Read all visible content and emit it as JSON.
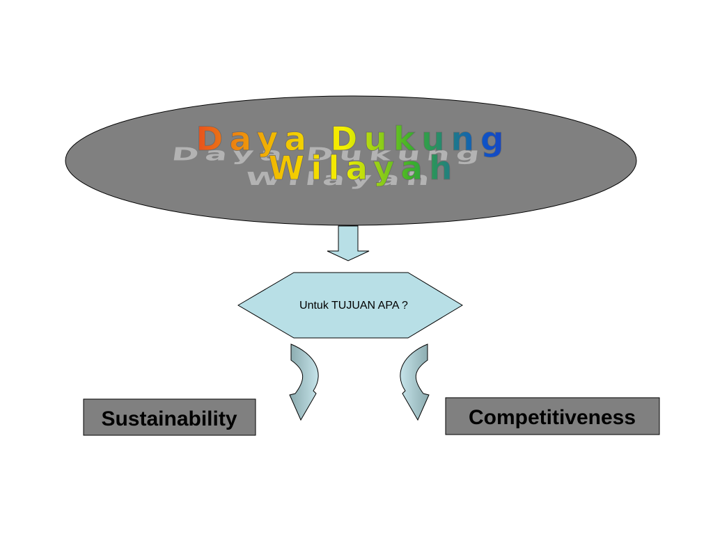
{
  "title": {
    "line1": "Daya Dukung",
    "line2": "Wilayah"
  },
  "question": "Untuk TUJUAN APA ?",
  "outcomes": {
    "left": "Sustainability",
    "right": "Competitiveness"
  },
  "colors": {
    "background": "#ffffff",
    "ellipse_fill": "#808080",
    "ellipse_stroke": "#000000",
    "hexagon_fill": "#b8dfe6",
    "arrow_fill": "#b8dfe6",
    "curved_arrow_dark": "#8aaaae",
    "box_fill": "#808080",
    "shadow_text": "#b3b3b3",
    "wordart_gradient": [
      "#c0139a",
      "#e8501e",
      "#f2c100",
      "#f5f000",
      "#39b02b",
      "#0c55c8",
      "#2a2fb8",
      "#8a1ab0"
    ]
  },
  "icons": [
    "down-arrow-icon",
    "curved-arrow-left-icon",
    "curved-arrow-right-icon"
  ]
}
